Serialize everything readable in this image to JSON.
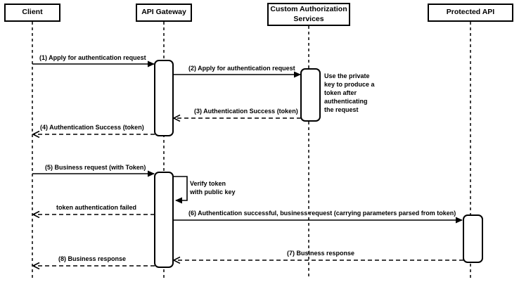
{
  "diagram": {
    "type": "uml-sequence-diagram",
    "participants": [
      {
        "id": "client",
        "label": "Client"
      },
      {
        "id": "api-gateway",
        "label": "API Gateway"
      },
      {
        "id": "custom-authorization-services",
        "label": "Custom Authorization Services"
      },
      {
        "id": "protected-api",
        "label": "Protected API"
      }
    ],
    "messages": [
      {
        "label": "(1) Apply for authentication request",
        "from": "Client",
        "to": "API Gateway",
        "line": "solid"
      },
      {
        "label": "(2) Apply for authentication request",
        "from": "API Gateway",
        "to": "Custom Authorization Services",
        "line": "solid"
      },
      {
        "label": "(3) Authentication Success (token)",
        "from": "Custom Authorization Services",
        "to": "API Gateway",
        "line": "dashed"
      },
      {
        "label": "(4) Authentication Success (token)",
        "from": "API Gateway",
        "to": "Client",
        "line": "dashed"
      },
      {
        "label": "(5) Business request (with Token)",
        "from": "Client",
        "to": "API Gateway",
        "line": "solid"
      },
      {
        "label": "Verify token\nwith public key",
        "from": "API Gateway",
        "to": "API Gateway",
        "line": "solid",
        "self": true
      },
      {
        "label": "token authentication failed",
        "from": "API Gateway",
        "to": "Client",
        "line": "dashed"
      },
      {
        "label": "(6) Authentication successful, business request (carrying parameters parsed from token)",
        "from": "API Gateway",
        "to": "Protected API",
        "line": "solid"
      },
      {
        "label": "(7) Business response",
        "from": "Protected API",
        "to": "API Gateway",
        "line": "dashed"
      },
      {
        "label": "(8) Business response",
        "from": "API Gateway",
        "to": "Client",
        "line": "dashed"
      }
    ],
    "note": "Use the private\nkey to produce a\ntoken after\nauthenticating\nthe request",
    "colors": {
      "stroke": "#000000",
      "fill": "#ffffff",
      "text": "#000000"
    }
  }
}
